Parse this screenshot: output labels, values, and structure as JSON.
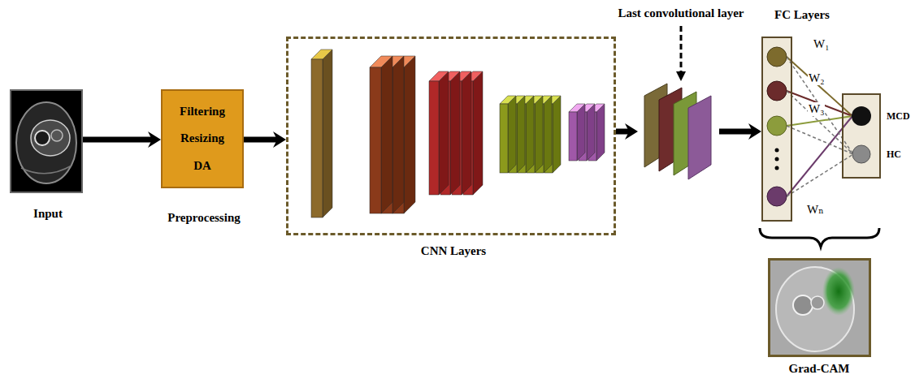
{
  "diagram": {
    "nodes": [
      {
        "text": [
          "Input"
        ]
      },
      {
        "text": [
          "Filtering",
          "Resizing",
          "DA",
          "Preprocessing"
        ]
      },
      {
        "text": [
          "CNN Layers"
        ]
      },
      {
        "text": [
          "Last convolutional layer"
        ]
      },
      {
        "text": [
          "FC Layers"
        ]
      },
      {
        "text": [
          "MCD",
          "HC"
        ]
      },
      {
        "text": [
          "Grad-CAM"
        ]
      }
    ],
    "edges": [
      {
        "from": 0,
        "to": 1,
        "arrow": "to"
      },
      {
        "from": 1,
        "to": 2,
        "arrow": "to"
      },
      {
        "from": 2,
        "to": 3,
        "arrow": "to"
      },
      {
        "from": 3,
        "to": 4,
        "arrow": "to"
      }
    ],
    "labels": [
      "W₁",
      "W₂",
      "W₃",
      "Wₙ"
    ]
  }
}
